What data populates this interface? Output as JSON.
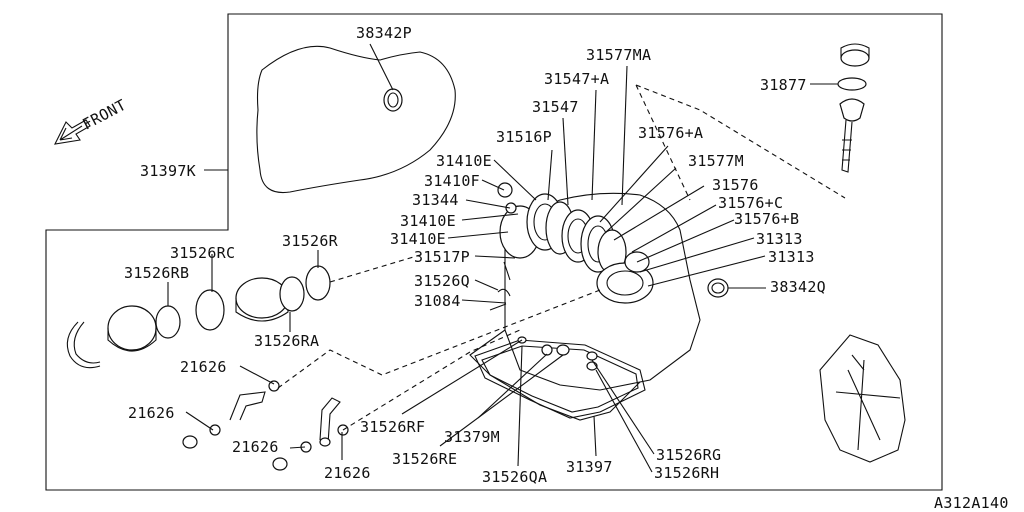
{
  "diagram": {
    "drawing_code": "A312A140",
    "direction_label": "FRONT",
    "part_labels": [
      "38342P",
      "31577MA",
      "31547+A",
      "31877",
      "31547",
      "31516P",
      "31576+A",
      "31410E",
      "31577M",
      "31410F",
      "31576",
      "31344",
      "31576+C",
      "31410E",
      "31576+B",
      "31410E",
      "31313",
      "31313",
      "31397K",
      "31526RC",
      "31526R",
      "31517P",
      "31526RB",
      "31526Q",
      "38342Q",
      "31084",
      "31526RA",
      "21626",
      "21626",
      "31526RF",
      "31379M",
      "21626",
      "31526RE",
      "31526RG",
      "21626",
      "31526QA",
      "31397",
      "31526RH"
    ]
  }
}
